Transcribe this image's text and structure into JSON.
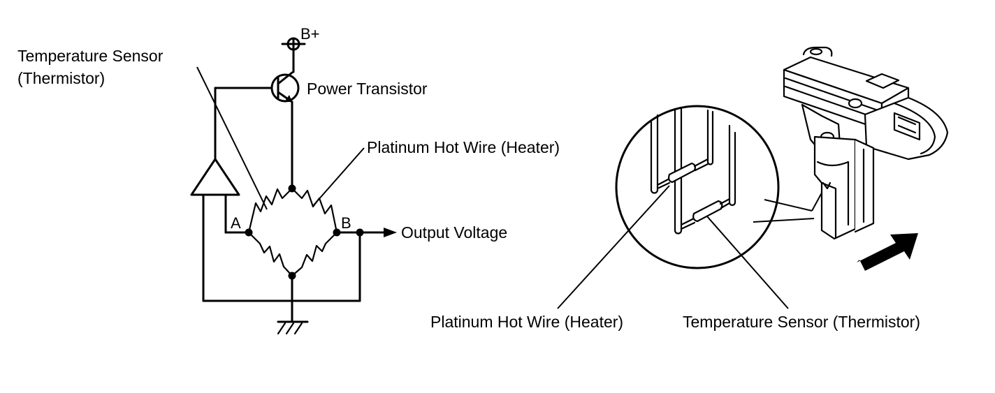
{
  "circuit": {
    "supply_label": "B+",
    "transistor_label": "Power Transistor",
    "thermistor_label_line1": "Temperature Sensor",
    "thermistor_label_line2": "(Thermistor)",
    "heater_label": "Platinum Hot Wire (Heater)",
    "node_a_label": "A",
    "node_b_label": "B",
    "output_label": "Output Voltage"
  },
  "sensor_illustration": {
    "heater_label": "Platinum Hot Wire (Heater)",
    "thermistor_label": "Temperature Sensor (Thermistor)",
    "arrow_meaning": "airflow-arrow"
  }
}
